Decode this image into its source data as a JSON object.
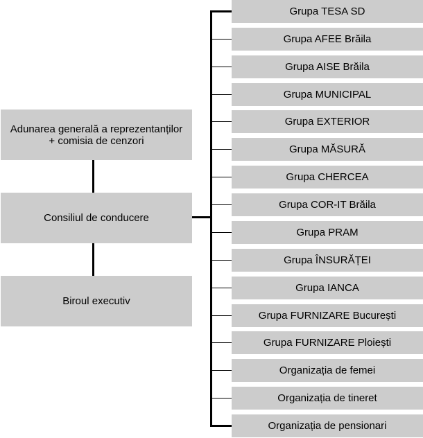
{
  "left": [
    {
      "label": "Adunarea generală a reprezentanților\n+ comisia de cenzori",
      "line1": "Adunarea generală a reprezentanților",
      "line2": "+ comisia de cenzori"
    },
    {
      "label": "Consiliul de conducere"
    },
    {
      "label": "Biroul executiv"
    }
  ],
  "groups": [
    "Grupa TESA SD",
    "Grupa AFEE Brăila",
    "Grupa AISE Brăila",
    "Grupa MUNICIPAL",
    "Grupa EXTERIOR",
    "Grupa MĂSURĂ",
    "Grupa CHERCEA",
    "Grupa COR-IT Brăila",
    "Grupa PRAM",
    "Grupa ÎNSURĂȚEI",
    "Grupa IANCA",
    "Grupa FURNIZARE București",
    "Grupa FURNIZARE Ploiești",
    "Organizația de femei",
    "Organizația de tineret",
    "Organizația de pensionari"
  ]
}
